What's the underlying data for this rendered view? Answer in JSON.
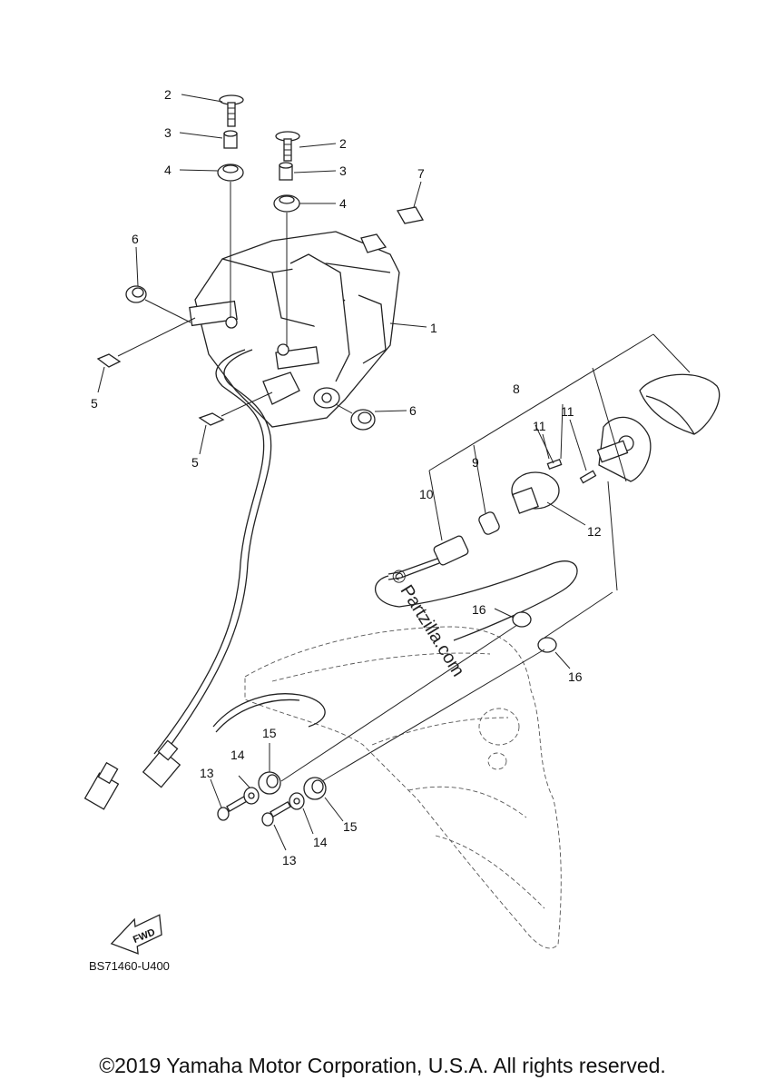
{
  "callouts": [
    "1",
    "2",
    "3",
    "4",
    "5",
    "6",
    "7",
    "8",
    "9",
    "10",
    "11",
    "12",
    "13",
    "14",
    "15",
    "16"
  ],
  "fwd_label": "FWD",
  "diagram_code": "BS71460-U400",
  "watermark": "© Partzilla.com",
  "copyright": "©2019 Yamaha Motor Corporation, U.S.A. All rights reserved."
}
